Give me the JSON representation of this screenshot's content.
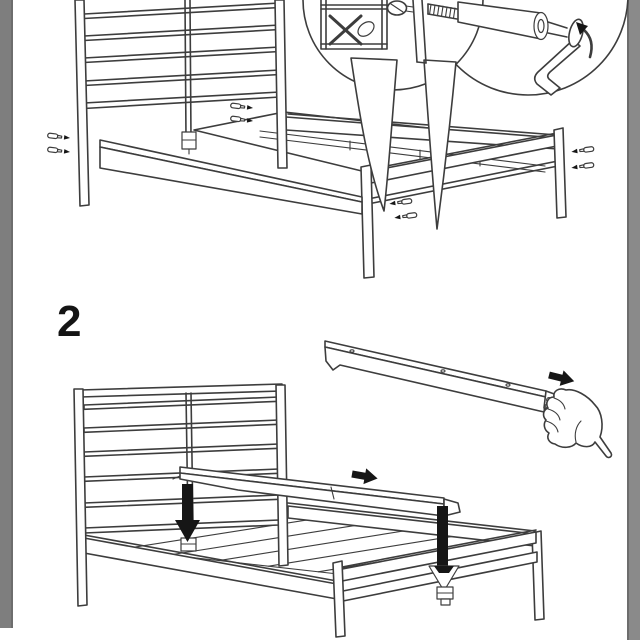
{
  "colors": {
    "background": "#ffffff",
    "line": "#3d3d3d",
    "arrow": "#161616",
    "left_bar": "#7e7e7e",
    "right_bar": "#8a8a8a",
    "bar_edge": "#6d6d6d",
    "step_number": "#141414"
  },
  "step2": {
    "number": "2"
  },
  "icons": {
    "prohibition_x": "✕",
    "right_arrow": "→",
    "down_arrow": "↓",
    "rotate_arrow": "↻",
    "bolt": "screw-bolt",
    "allen_key": "hex-key",
    "hand": "hand-gripping-rail"
  }
}
